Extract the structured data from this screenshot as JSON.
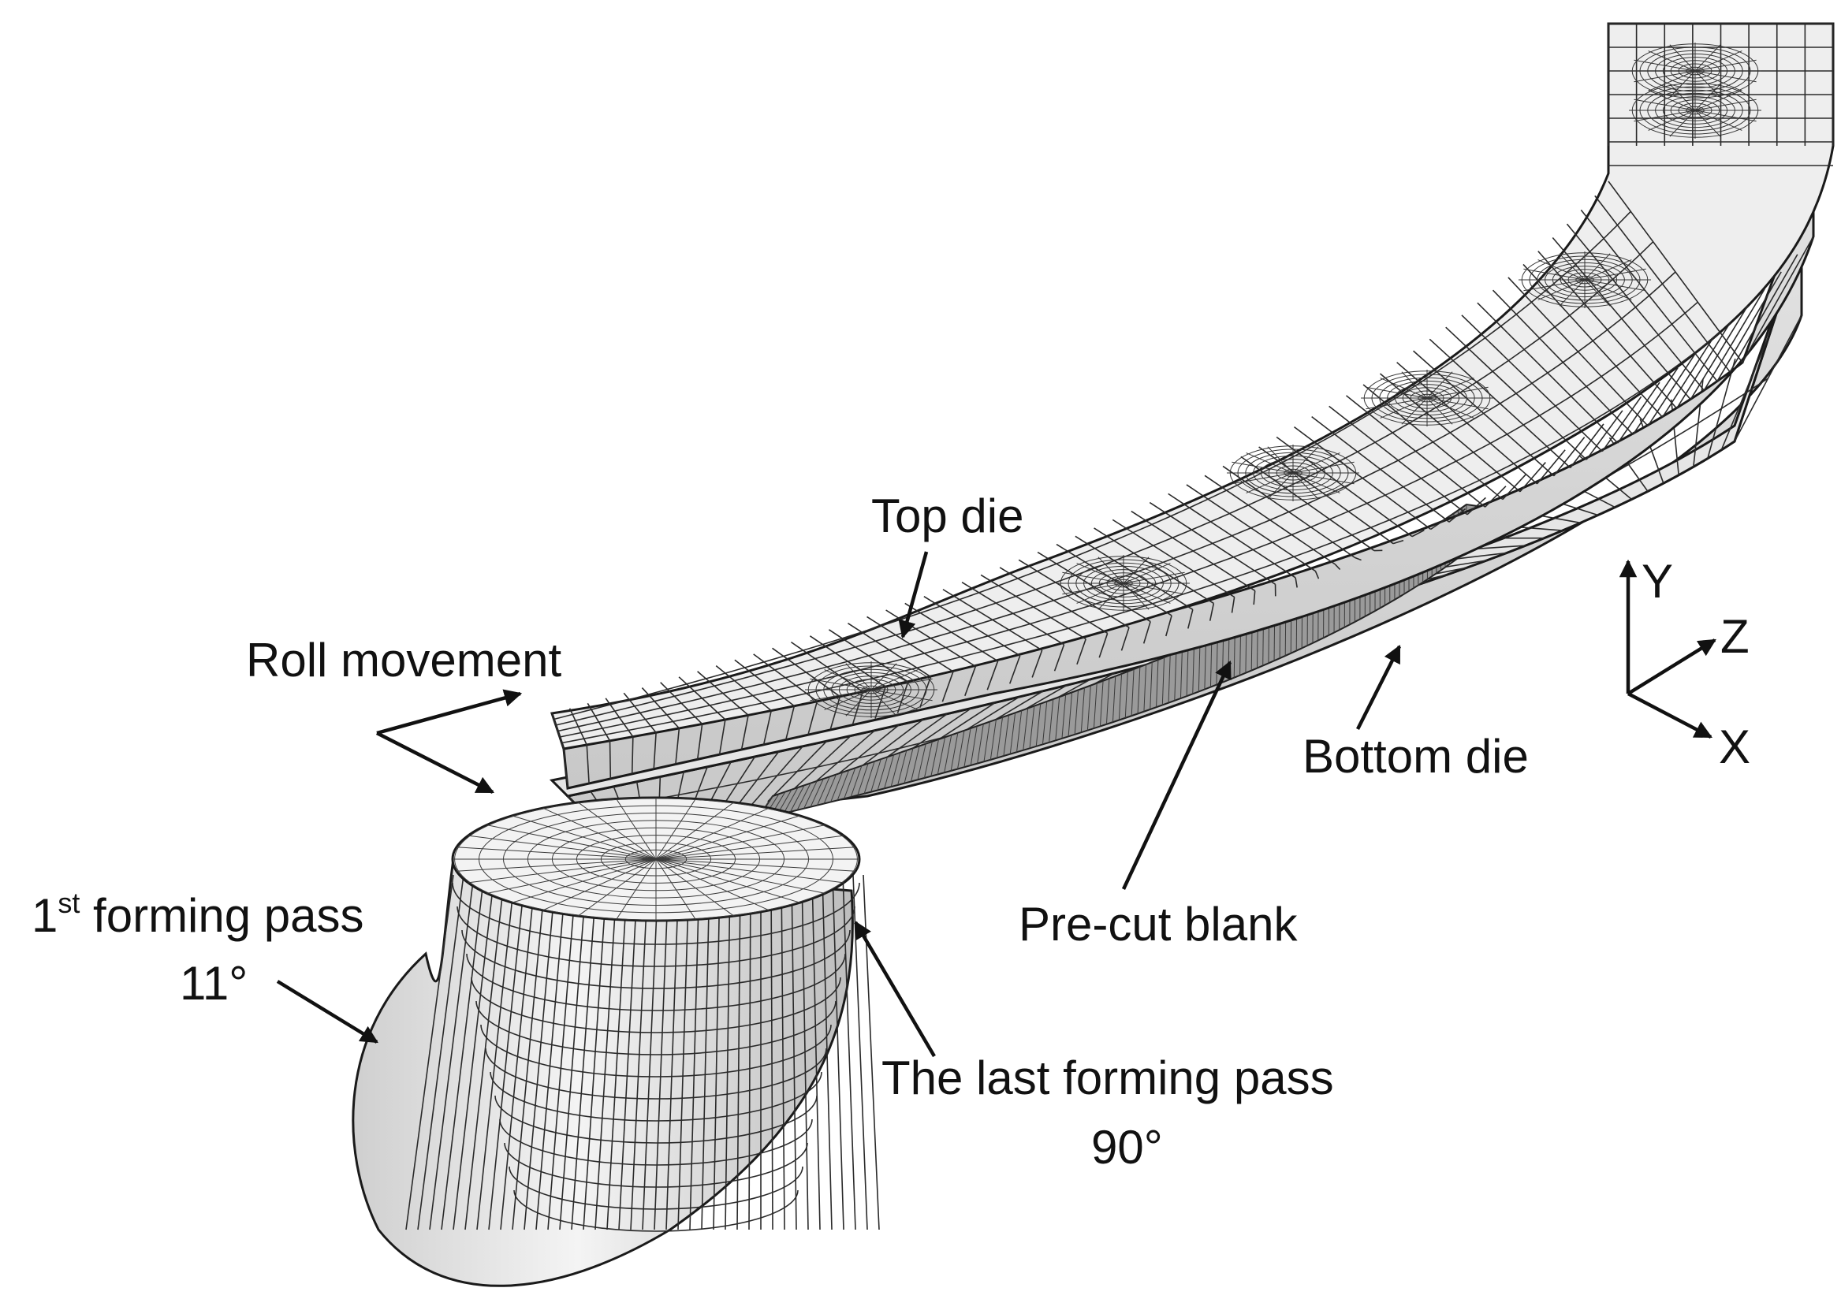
{
  "labels": {
    "top_die": "Top die",
    "roll_movement": "Roll movement",
    "first_pass_prefix": "1",
    "first_pass_sup": "st",
    "first_pass_suffix": " forming pass",
    "first_pass_angle": "11°",
    "last_pass_line1": "The last forming pass",
    "last_pass_angle": "90°",
    "pre_cut_blank": "Pre-cut blank",
    "bottom_die": "Bottom die"
  },
  "axes": {
    "y": "Y",
    "z": "Z",
    "x": "X"
  },
  "colors": {
    "die_top_face": "#ececec",
    "die_side_face": "#dcdcdc",
    "mesh_line": "#2a2a2a",
    "roll_face": "#f2f2f2"
  }
}
